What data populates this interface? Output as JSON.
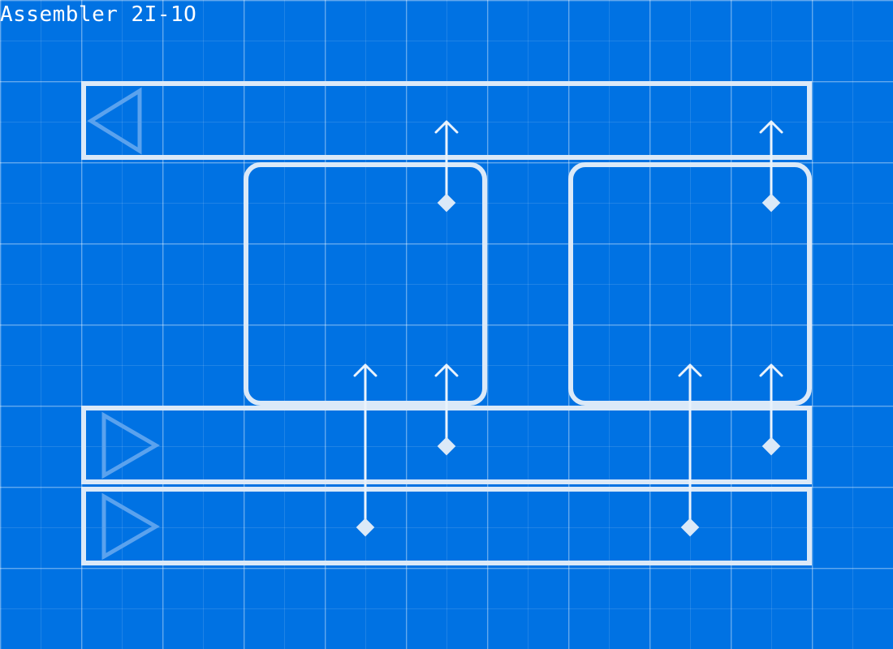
{
  "title": "Assembler 2I-1O",
  "colors": {
    "background": "#0072e3",
    "line": "#dbe9f8",
    "direction_marker": "#5aa2ee"
  },
  "belts": [
    {
      "name": "belt-output",
      "direction": "left"
    },
    {
      "name": "belt-input-1",
      "direction": "right"
    },
    {
      "name": "belt-input-2",
      "direction": "right"
    }
  ],
  "machines": 2,
  "arrows": [
    {
      "name": "output-inserter-1"
    },
    {
      "name": "output-inserter-2"
    },
    {
      "name": "input-inserter-1a"
    },
    {
      "name": "input-inserter-1b"
    },
    {
      "name": "input-inserter-2a"
    },
    {
      "name": "input-inserter-2b"
    }
  ]
}
